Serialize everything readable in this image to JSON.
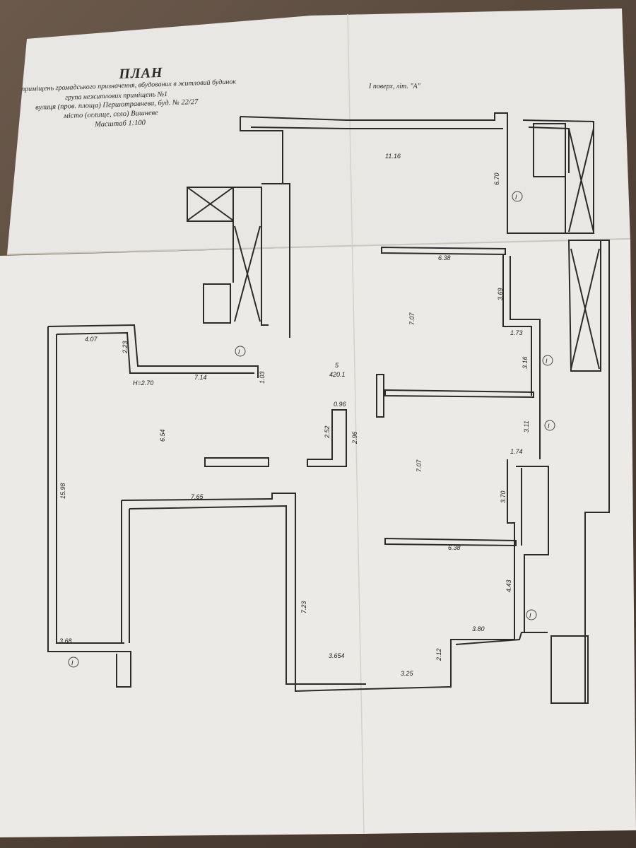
{
  "header": {
    "title": "ПЛАН",
    "line1": "приміщень громадського призначення, вбудованих в житловий будинок",
    "line2": "група нежитлових приміщень №1",
    "line3": "вулиця (пров. площа) Першотравнева, буд. № 22/27",
    "line4": "місто (селище, село) Вишневе",
    "line5": "Масштаб 1:100",
    "floor": "I поверх, літ. \"A\""
  },
  "dims": {
    "d1116": "11.16",
    "d670": "6.70",
    "d638a": "6.38",
    "d369": "3.69",
    "d707a": "7.07",
    "d173": "1.73",
    "d316": "3.16",
    "d407": "4.07",
    "d223": "2.23",
    "d714": "7.14",
    "d103": "1.03",
    "h270": "H=2.70",
    "room5": "5",
    "area": "420.1",
    "d096": "0.96",
    "d654": "6.54",
    "d252": "2.52",
    "d296": "2.96",
    "d311": "3.11",
    "d174": "1.74",
    "d707b": "7.07",
    "d1598": "15.98",
    "d765": "7.65",
    "d370": "3.70",
    "d638b": "6.38",
    "d443": "4.43",
    "d723": "7.23",
    "d380": "3.80",
    "d368": "3.68",
    "d3654": "3.654",
    "d325": "3.25",
    "d212": "2.12"
  },
  "markers": {
    "label": "I"
  }
}
